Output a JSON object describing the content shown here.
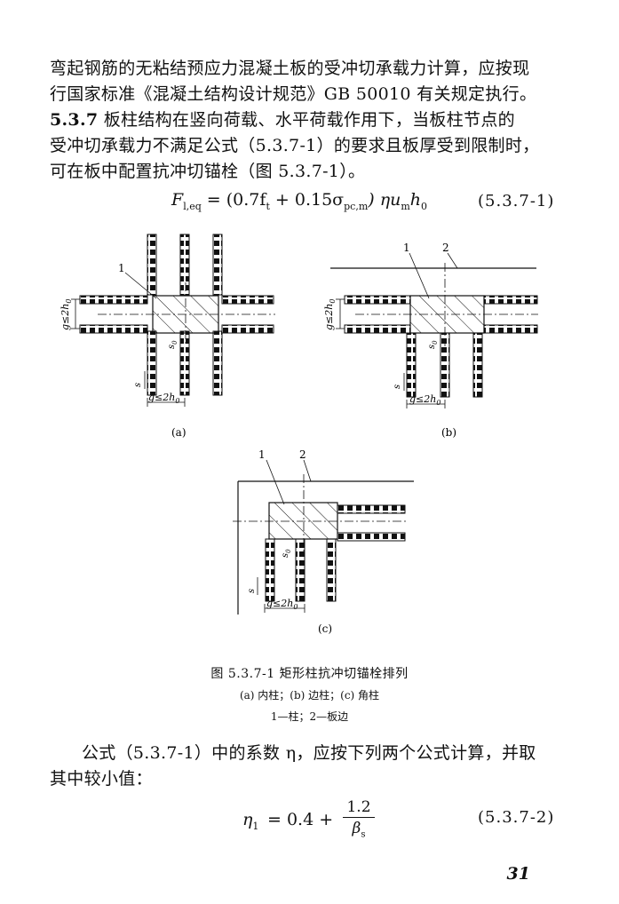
{
  "text": {
    "line1": "弯起钢筋的无粘结预应力混凝土板的受冲切承载力计算，应按现",
    "line2": "行国家标准《混凝土结构设计规范》GB 50010 有关规定执行。",
    "clause_no": "5.3.7",
    "line3": "  板柱结构在竖向荷载、水平荷载作用下，当板柱节点的",
    "line4": "受冲切承载力不满足公式（5.3.7-1）的要求且板厚受到限制时，",
    "line5": "可在板中配置抗冲切锚栓（图 5.3.7-1）。"
  },
  "formula1": {
    "text": "F",
    "sub": "l,eq",
    "rhs": " = (0.7f",
    "sub2": "t",
    "rhs2": " + 0.15σ",
    "sub3": "pc,m",
    "rhs3": ") ηu",
    "sub4": "m",
    "rhs4": "h",
    "sub5": "0",
    "number": "(5.3.7-1)"
  },
  "figure": {
    "label_a": "(a)",
    "label_b": "(b)",
    "label_c": "(c)",
    "callout_1": "1",
    "callout_2": "2",
    "dim_g": "g≤2h",
    "dim_g_sub": "0",
    "dim_s0": "s",
    "dim_s0_sub": "0",
    "dim_s": "s",
    "caption_title": "图 5.3.7-1   矩形柱抗冲切锚栓排列",
    "caption_sub": "(a) 内柱；(b) 边柱；(c) 角柱",
    "caption_legend": "1—柱；2—板边"
  },
  "text2": {
    "line6": "公式（5.3.7-1）中的系数 η，应按下列两个公式计算，并取",
    "line7": "其中较小值："
  },
  "formula2": {
    "lhs": "η",
    "lhs_sub": "1",
    "mid": " = 0.4 + ",
    "num": "1.2",
    "den": "β",
    "den_sub": "s",
    "number": "(5.3.7-2)"
  },
  "page_number": "31"
}
